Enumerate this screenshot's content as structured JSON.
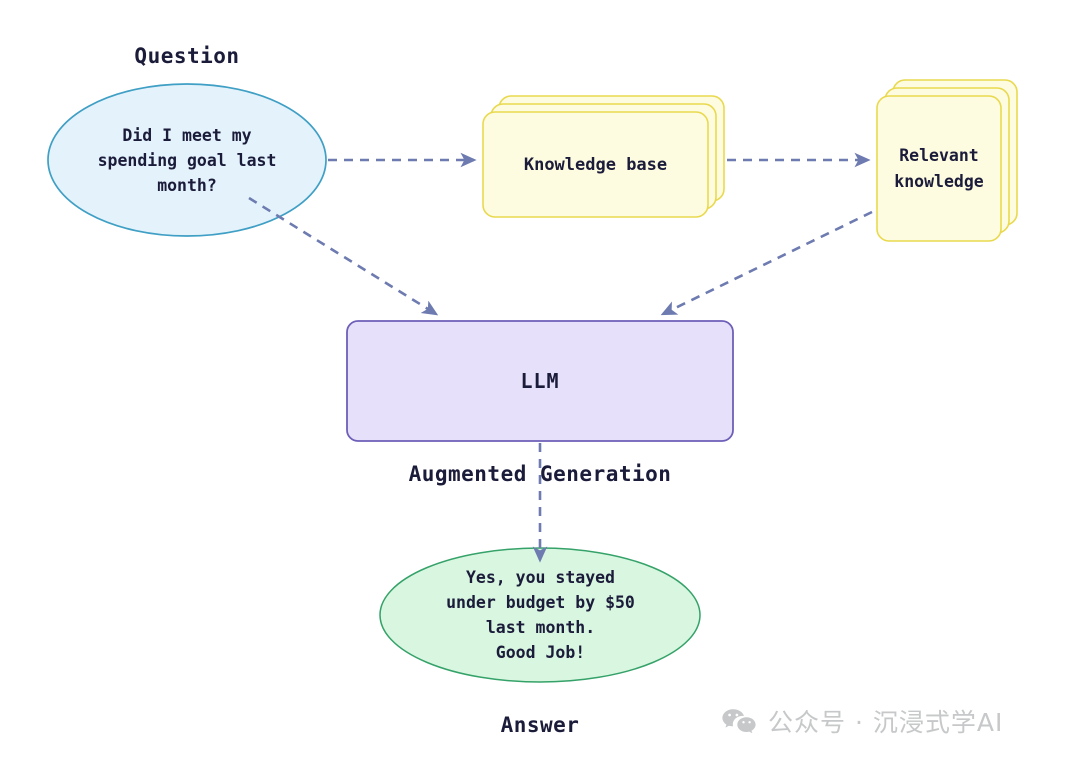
{
  "diagram": {
    "title": "RAG workflow diagram",
    "colors": {
      "question_fill": "#e3f2fb",
      "question_stroke": "#3f9fc4",
      "card_fill": "#fdfbe0",
      "card_stroke": "#e9d94e",
      "llm_fill": "#e7e0fa",
      "llm_stroke": "#6d5fb8",
      "answer_fill": "#d8f6e0",
      "answer_stroke": "#35a269",
      "arrow": "#6d7bb0",
      "text": "#1b1b3a",
      "watermark": "#c6c8c9",
      "background": "#ffffff"
    },
    "nodes": {
      "question": {
        "caption": "Question",
        "text": "Did I meet my\nspending goal last\nmonth?",
        "shape": "ellipse"
      },
      "knowledge_base": {
        "text": "Knowledge base",
        "shape": "card-stack",
        "card_count": 3
      },
      "relevant_knowledge": {
        "text": "Relevant\nknowledge",
        "shape": "card-stack",
        "card_count": 3
      },
      "llm": {
        "text": "LLM",
        "shape": "rounded-rect"
      },
      "answer": {
        "caption": "Answer",
        "text": "Yes, you stayed\nunder budget by $50\nlast month.\nGood Job!",
        "shape": "ellipse"
      }
    },
    "edges": [
      {
        "id": "question-to-kb",
        "from": "question",
        "to": "knowledge_base",
        "label": "",
        "style": "dashed"
      },
      {
        "id": "kb-to-relevant",
        "from": "knowledge_base",
        "to": "relevant_knowledge",
        "label": "",
        "style": "dashed"
      },
      {
        "id": "question-to-llm",
        "from": "question",
        "to": "llm",
        "label": "",
        "style": "dashed"
      },
      {
        "id": "relevant-to-llm",
        "from": "relevant_knowledge",
        "to": "llm",
        "label": "",
        "style": "dashed"
      },
      {
        "id": "llm-to-answer",
        "from": "llm",
        "to": "answer",
        "label": "Augmented Generation",
        "style": "dashed"
      }
    ],
    "edge_labels": {
      "augmented_generation": "Augmented Generation"
    }
  },
  "watermark": {
    "text": "公众号 · 沉浸式学AI",
    "icon": "wechat-icon"
  }
}
